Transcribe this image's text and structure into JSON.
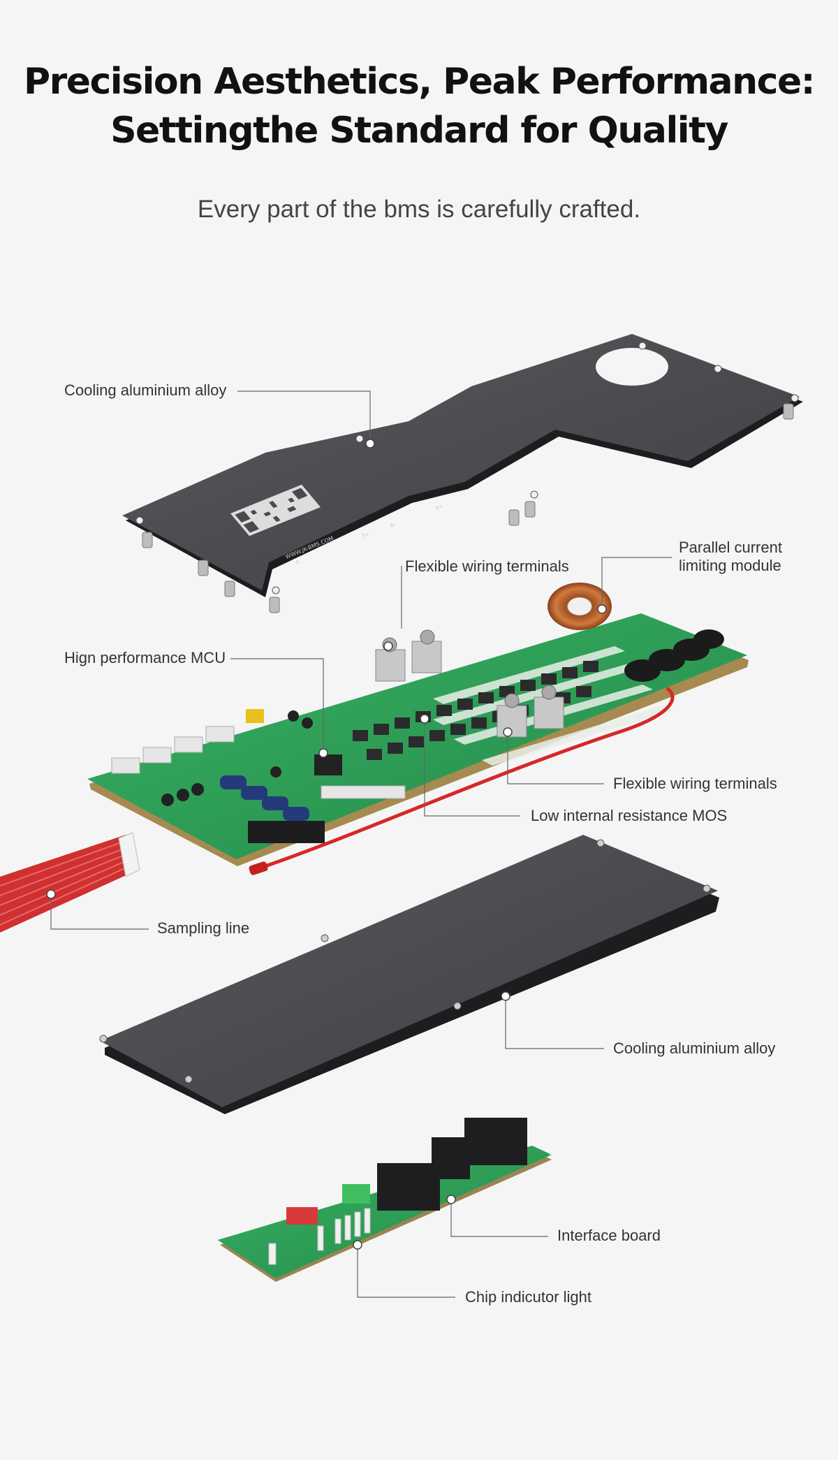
{
  "header": {
    "title_line1": "Precision Aesthetics, Peak Performance:",
    "title_line2": "Settingthe Standard for Quality",
    "subtitle": "Every part of the bms is carefully crafted."
  },
  "labels": {
    "cooling_top": "Cooling aluminium alloy",
    "flexible_wiring_top": "Flexible wiring terminals",
    "parallel_line1": "Parallel current",
    "parallel_line2": "limiting module",
    "mcu": "Hign performance MCU",
    "flexible_wiring_right": "Flexible wiring terminals",
    "mos": "Low internal resistance MOS",
    "sampling": "Sampling line",
    "cooling_bottom": "Cooling aluminium alloy",
    "interface": "Interface board",
    "chip_light": "Chip indicutor light"
  },
  "plate_print": {
    "url": "WWW.JK-BMS.COM",
    "ports": [
      "P-",
      "P+",
      "B-",
      "B+"
    ]
  },
  "colors": {
    "plate": "#4a4a4d",
    "plate_edge": "#1e1e20",
    "pcb": "#2fa35a",
    "pcb_dark": "#1f7d41",
    "copper": "#b9622c",
    "wire_red": "#d62828"
  }
}
